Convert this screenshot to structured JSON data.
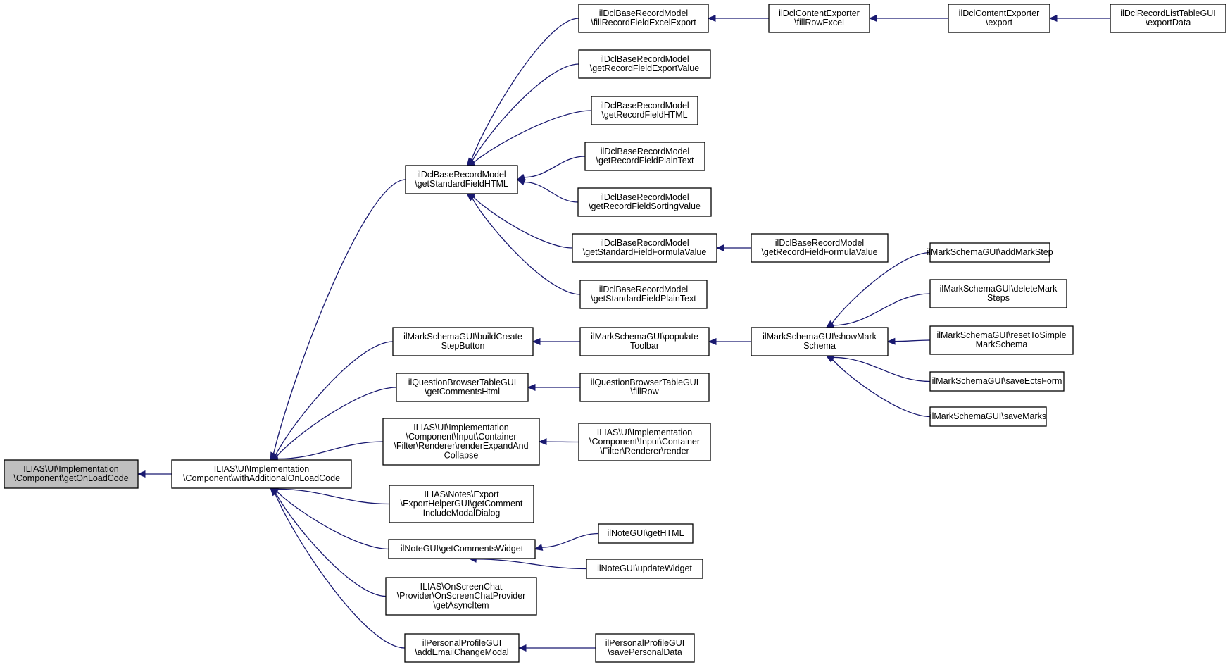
{
  "graph": {
    "type": "call-graph",
    "nodes": [
      {
        "id": "n0",
        "lines": [
          "ILIAS\\UI\\Implementation",
          "\\Component\\getOnLoadCode"
        ],
        "root": true
      },
      {
        "id": "n1",
        "lines": [
          "ILIAS\\UI\\Implementation",
          "\\Component\\withAdditionalOnLoadCode"
        ]
      },
      {
        "id": "n2",
        "lines": [
          "ilDclBaseRecordModel",
          "\\getStandardFieldHTML"
        ]
      },
      {
        "id": "n3",
        "lines": [
          "ilMarkSchemaGUI\\buildCreate",
          "StepButton"
        ]
      },
      {
        "id": "n4",
        "lines": [
          "ilQuestionBrowserTableGUI",
          "\\getCommentsHtml"
        ]
      },
      {
        "id": "n5",
        "lines": [
          "ILIAS\\UI\\Implementation",
          "\\Component\\Input\\Container",
          "\\Filter\\Renderer\\renderExpandAnd",
          "Collapse"
        ]
      },
      {
        "id": "n6",
        "lines": [
          "ILIAS\\Notes\\Export",
          "\\ExportHelperGUI\\getComment",
          "IncludeModalDialog"
        ]
      },
      {
        "id": "n7",
        "lines": [
          "ilNoteGUI\\getCommentsWidget"
        ]
      },
      {
        "id": "n8",
        "lines": [
          "ILIAS\\OnScreenChat",
          "\\Provider\\OnScreenChatProvider",
          "\\getAsyncItem"
        ]
      },
      {
        "id": "n9",
        "lines": [
          "ilPersonalProfileGUI",
          "\\addEmailChangeModal"
        ]
      },
      {
        "id": "n10",
        "lines": [
          "ilDclBaseRecordModel",
          "\\fillRecordFieldExcelExport"
        ]
      },
      {
        "id": "n11",
        "lines": [
          "ilDclBaseRecordModel",
          "\\getRecordFieldExportValue"
        ]
      },
      {
        "id": "n12",
        "lines": [
          "ilDclBaseRecordModel",
          "\\getRecordFieldHTML"
        ]
      },
      {
        "id": "n13",
        "lines": [
          "ilDclBaseRecordModel",
          "\\getRecordFieldPlainText"
        ]
      },
      {
        "id": "n14",
        "lines": [
          "ilDclBaseRecordModel",
          "\\getRecordFieldSortingValue"
        ]
      },
      {
        "id": "n15",
        "lines": [
          "ilDclBaseRecordModel",
          "\\getStandardFieldFormulaValue"
        ]
      },
      {
        "id": "n16",
        "lines": [
          "ilDclBaseRecordModel",
          "\\getStandardFieldPlainText"
        ]
      },
      {
        "id": "n17",
        "lines": [
          "ilMarkSchemaGUI\\populate",
          "Toolbar"
        ]
      },
      {
        "id": "n18",
        "lines": [
          "ilQuestionBrowserTableGUI",
          "\\fillRow"
        ]
      },
      {
        "id": "n19",
        "lines": [
          "ILIAS\\UI\\Implementation",
          "\\Component\\Input\\Container",
          "\\Filter\\Renderer\\render"
        ]
      },
      {
        "id": "n20",
        "lines": [
          "ilNoteGUI\\getHTML"
        ]
      },
      {
        "id": "n21",
        "lines": [
          "ilNoteGUI\\updateWidget"
        ]
      },
      {
        "id": "n22",
        "lines": [
          "ilPersonalProfileGUI",
          "\\savePersonalData"
        ]
      },
      {
        "id": "n23",
        "lines": [
          "ilDclContentExporter",
          "\\fillRowExcel"
        ]
      },
      {
        "id": "n24",
        "lines": [
          "ilDclBaseRecordModel",
          "\\getRecordFieldFormulaValue"
        ]
      },
      {
        "id": "n25",
        "lines": [
          "ilMarkSchemaGUI\\showMark",
          "Schema"
        ]
      },
      {
        "id": "n26",
        "lines": [
          "ilDclContentExporter",
          "\\export"
        ]
      },
      {
        "id": "n27",
        "lines": [
          "ilMarkSchemaGUI\\addMarkStep"
        ]
      },
      {
        "id": "n28",
        "lines": [
          "ilMarkSchemaGUI\\deleteMark",
          "Steps"
        ]
      },
      {
        "id": "n29",
        "lines": [
          "ilMarkSchemaGUI\\resetToSimple",
          "MarkSchema"
        ]
      },
      {
        "id": "n30",
        "lines": [
          "ilMarkSchemaGUI\\saveEctsForm"
        ]
      },
      {
        "id": "n31",
        "lines": [
          "ilMarkSchemaGUI\\saveMarks"
        ]
      },
      {
        "id": "n32",
        "lines": [
          "ilDclRecordListTableGUI",
          "\\exportData"
        ]
      }
    ],
    "edges": [
      [
        "n1",
        "n0"
      ],
      [
        "n2",
        "n1"
      ],
      [
        "n3",
        "n1"
      ],
      [
        "n4",
        "n1"
      ],
      [
        "n5",
        "n1"
      ],
      [
        "n6",
        "n1"
      ],
      [
        "n7",
        "n1"
      ],
      [
        "n8",
        "n1"
      ],
      [
        "n9",
        "n1"
      ],
      [
        "n10",
        "n2"
      ],
      [
        "n11",
        "n2"
      ],
      [
        "n12",
        "n2"
      ],
      [
        "n13",
        "n2"
      ],
      [
        "n14",
        "n2"
      ],
      [
        "n15",
        "n2"
      ],
      [
        "n16",
        "n2"
      ],
      [
        "n17",
        "n3"
      ],
      [
        "n18",
        "n4"
      ],
      [
        "n19",
        "n5"
      ],
      [
        "n20",
        "n7"
      ],
      [
        "n21",
        "n7"
      ],
      [
        "n22",
        "n9"
      ],
      [
        "n23",
        "n10"
      ],
      [
        "n24",
        "n15"
      ],
      [
        "n25",
        "n17"
      ],
      [
        "n26",
        "n23"
      ],
      [
        "n27",
        "n25"
      ],
      [
        "n28",
        "n25"
      ],
      [
        "n29",
        "n25"
      ],
      [
        "n30",
        "n25"
      ],
      [
        "n31",
        "n25"
      ],
      [
        "n32",
        "n26"
      ]
    ]
  }
}
